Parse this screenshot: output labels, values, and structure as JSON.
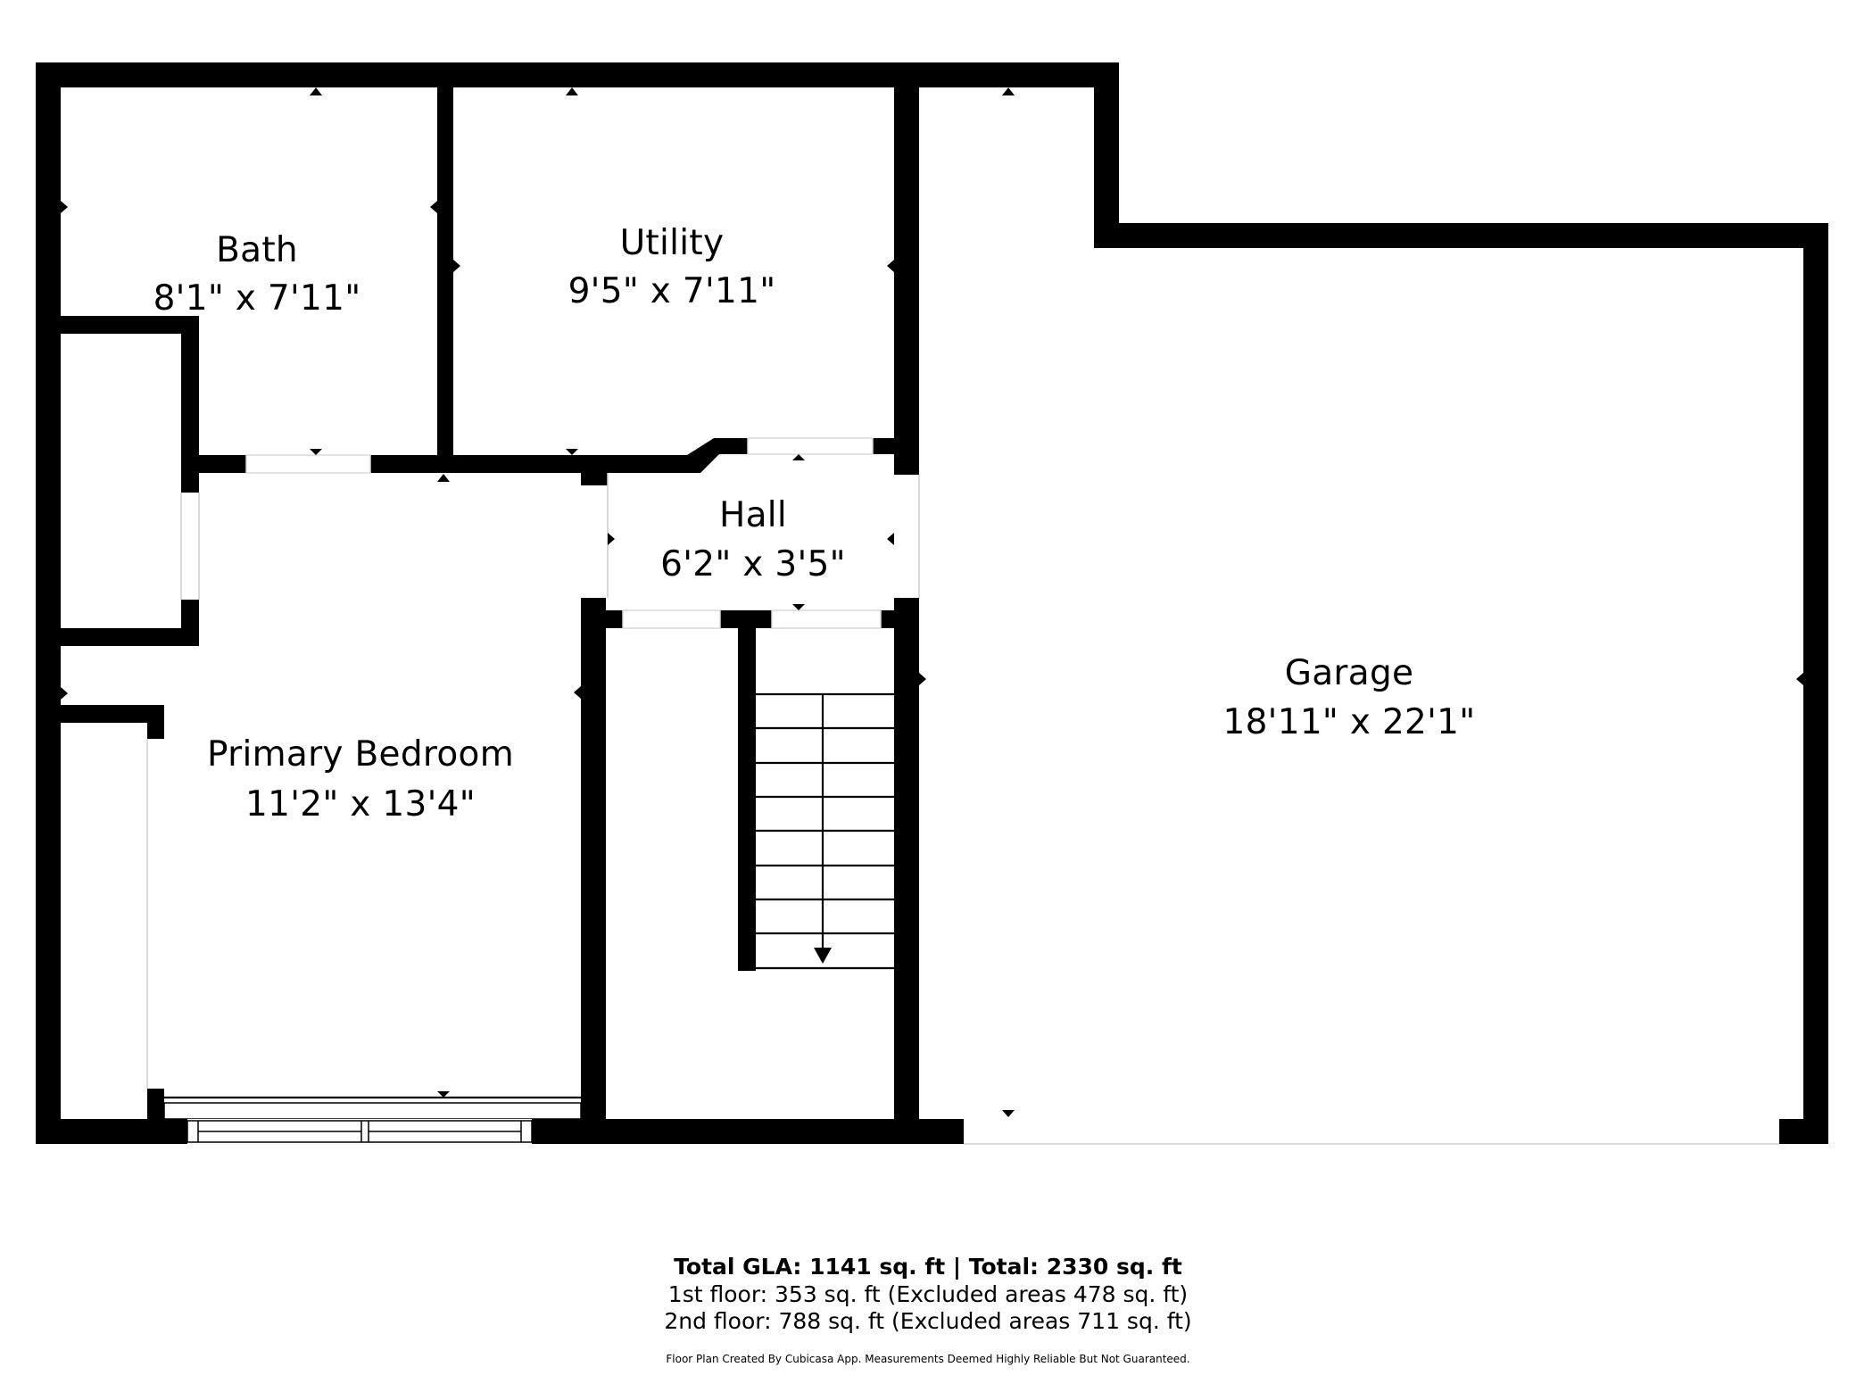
{
  "plan": {
    "rooms": [
      {
        "id": "bath",
        "name": "Bath",
        "dims": "8'1\" x 7'11\""
      },
      {
        "id": "utility",
        "name": "Utility",
        "dims": "9'5\" x 7'11\""
      },
      {
        "id": "hall",
        "name": "Hall",
        "dims": "6'2\" x 3'5\""
      },
      {
        "id": "primary-bedroom",
        "name": "Primary Bedroom",
        "dims": "11'2\" x 13'4\""
      },
      {
        "id": "garage",
        "name": "Garage",
        "dims": "18'11\" x 22'1\""
      }
    ],
    "features": {
      "stairs": {
        "direction": "down",
        "steps": 8
      },
      "sliding_door": "bottom-wall-primary-bedroom",
      "closets": 2
    },
    "colors": {
      "wall": "#000000",
      "background": "#ffffff",
      "opening": "#d8d8d8"
    }
  },
  "summary": {
    "total_line": "Total GLA: 1141 sq. ft | Total: 2330 sq. ft",
    "first_floor": "1st floor: 353 sq. ft (Excluded areas 478 sq. ft)",
    "second_floor": "2nd floor: 788 sq. ft (Excluded areas 711 sq. ft)",
    "disclaimer": "Floor Plan Created By Cubicasa App. Measurements Deemed Highly Reliable But Not Guaranteed."
  }
}
